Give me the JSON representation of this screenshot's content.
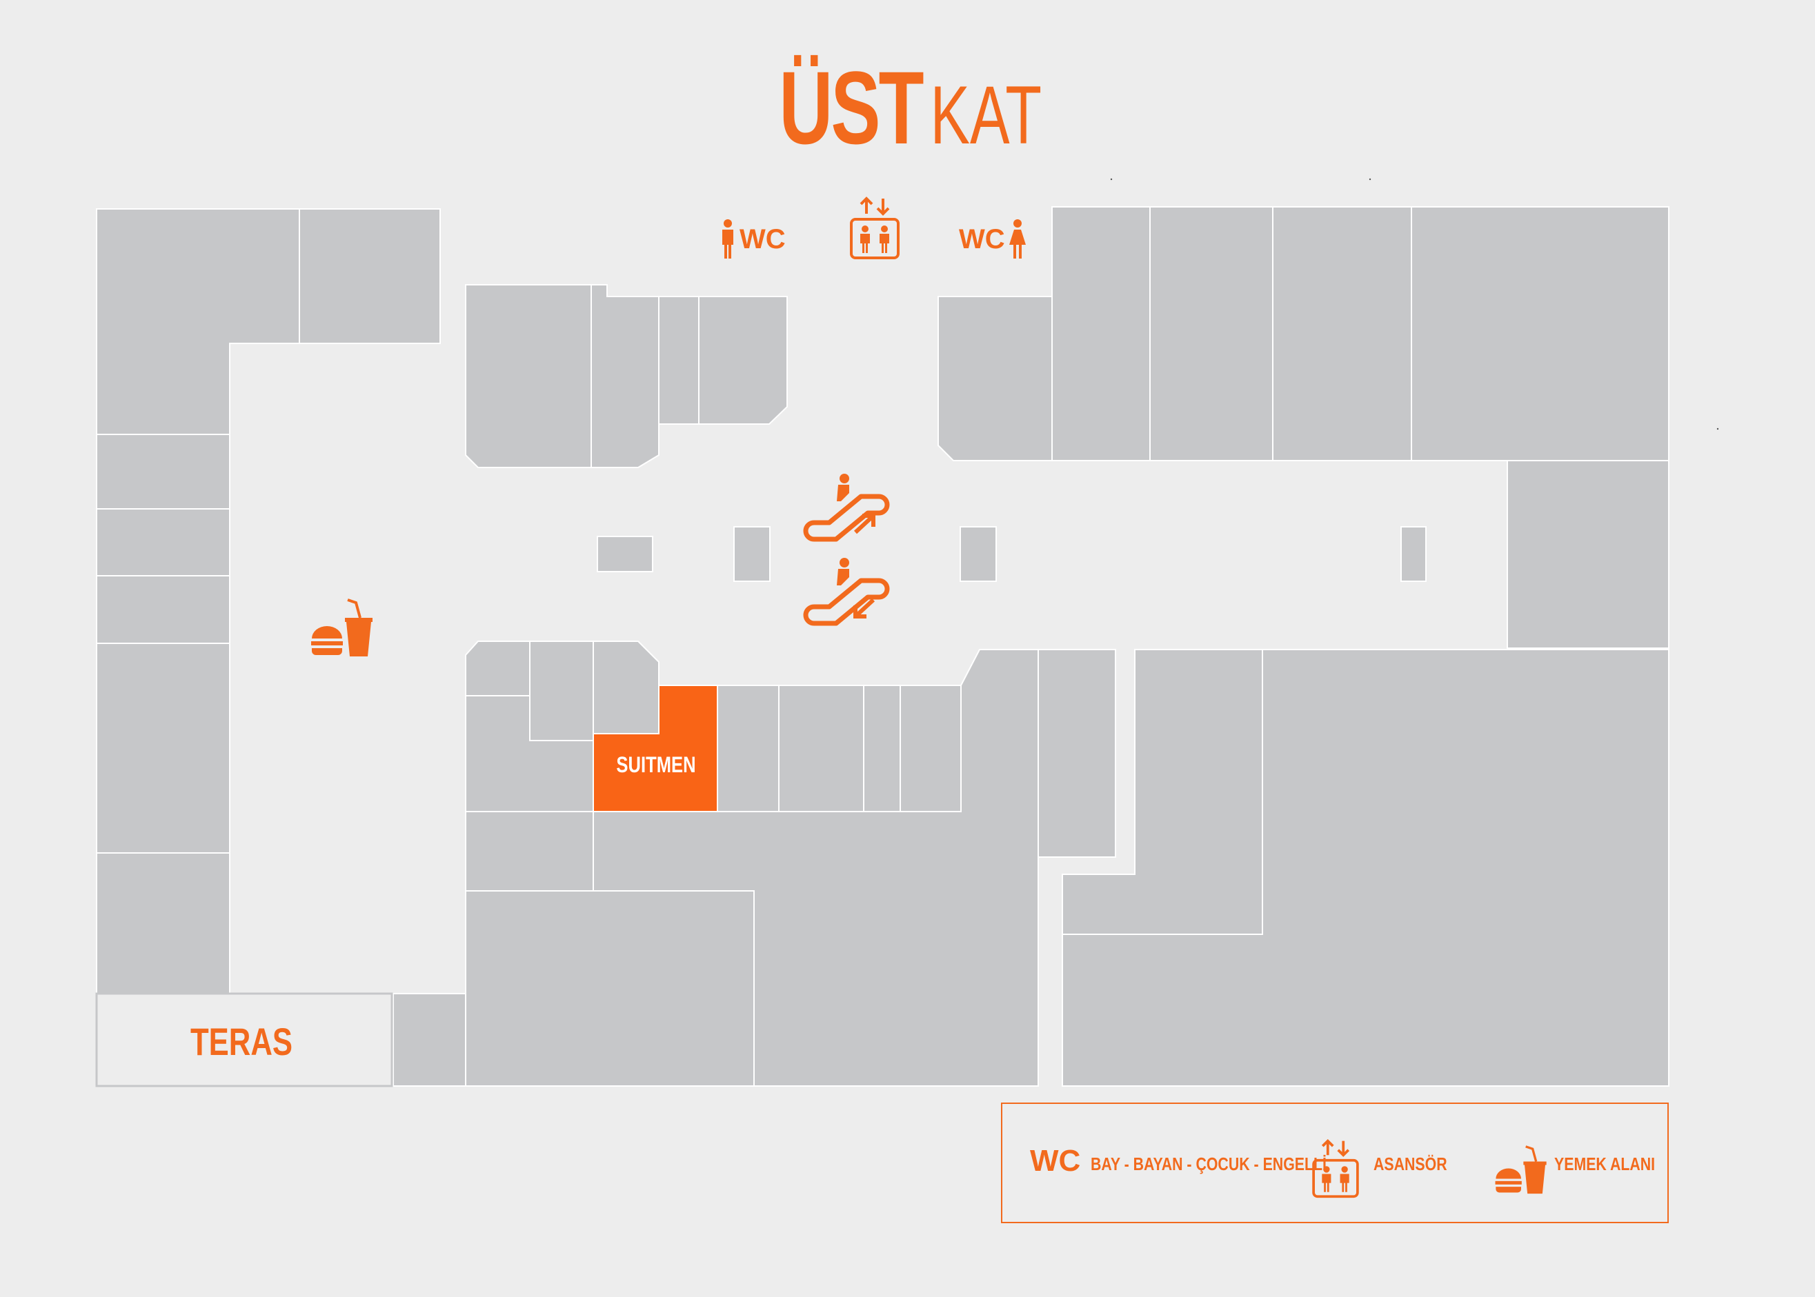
{
  "title": {
    "bold": "ÜST",
    "light": "KAT"
  },
  "map_labels": {
    "terrace": "TERAS",
    "store": "SUITMEN",
    "wc_left": "WC",
    "wc_right": "WC"
  },
  "legend": {
    "wc_symbol": "WC",
    "wc_text": "BAY - BAYAN - ÇOCUK - ENGELLİ",
    "elevator_text": "ASANSÖR",
    "food_text": "YEMEK ALANI"
  },
  "icons": [
    "male-person-icon",
    "female-person-icon",
    "elevator-icon",
    "escalator-up-icon",
    "escalator-down-icon",
    "food-court-icon"
  ],
  "colors": {
    "accent": "#f26a1d",
    "unit": "#c6c7c9",
    "background": "#ededed",
    "outline": "#ffffff"
  }
}
